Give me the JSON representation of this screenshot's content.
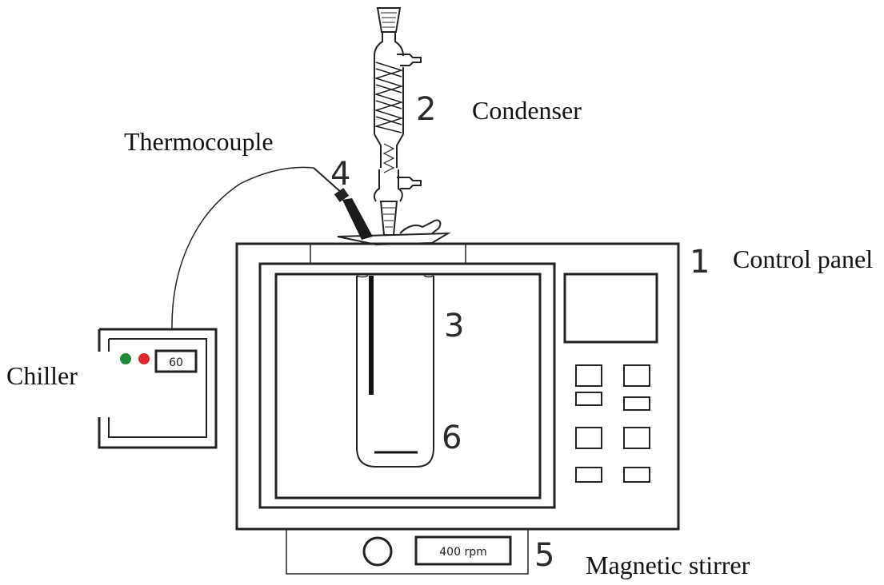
{
  "labels": {
    "condenser": "Condenser",
    "thermocouple": "Thermocouple",
    "control_panel": "Control panel",
    "chiller": "Chiller",
    "magnetic_stirrer": "Magnetic stirrer"
  },
  "numbers": {
    "n1": "1",
    "n2": "2",
    "n3": "3",
    "n4": "4",
    "n5": "5",
    "n6": "6"
  },
  "chiller": {
    "display_value": "60",
    "indicator_colors": [
      "#1e8a3c",
      "#e0262b"
    ]
  },
  "stirrer": {
    "display_value": "400 rpm"
  }
}
